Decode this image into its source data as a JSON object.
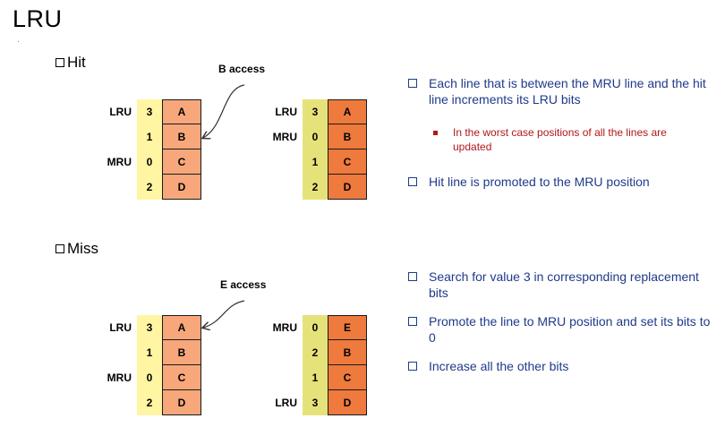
{
  "title": "LRU",
  "hit": {
    "heading": "Hit",
    "access_label": "B access",
    "before": {
      "rows": [
        {
          "label": "LRU",
          "count": "3",
          "value": "A"
        },
        {
          "label": "",
          "count": "1",
          "value": "B"
        },
        {
          "label": "MRU",
          "count": "0",
          "value": "C"
        },
        {
          "label": "",
          "count": "2",
          "value": "D"
        }
      ]
    },
    "after": {
      "rows": [
        {
          "label": "LRU",
          "count": "3",
          "value": "A"
        },
        {
          "label": "MRU",
          "count": "0",
          "value": "B"
        },
        {
          "label": "",
          "count": "1",
          "value": "C"
        },
        {
          "label": "",
          "count": "2",
          "value": "D"
        }
      ]
    },
    "bullets": [
      "Each line that is between the MRU line and the hit line increments its LRU bits",
      "Hit line is promoted to the MRU position"
    ],
    "sub_bullet": "In the worst case positions of all the lines are updated"
  },
  "miss": {
    "heading": "Miss",
    "access_label": "E access",
    "before": {
      "rows": [
        {
          "label": "LRU",
          "count": "3",
          "value": "A"
        },
        {
          "label": "",
          "count": "1",
          "value": "B"
        },
        {
          "label": "MRU",
          "count": "0",
          "value": "C"
        },
        {
          "label": "",
          "count": "2",
          "value": "D"
        }
      ]
    },
    "after": {
      "rows": [
        {
          "label": "MRU",
          "count": "0",
          "value": "E"
        },
        {
          "label": "",
          "count": "2",
          "value": "B"
        },
        {
          "label": "",
          "count": "1",
          "value": "C"
        },
        {
          "label": "LRU",
          "count": "3",
          "value": "D"
        }
      ]
    },
    "bullets": [
      "Search for value 3 in corresponding replacement bits",
      "Promote the line to MRU position and set its bits to 0",
      "Increase all the other bits"
    ]
  },
  "colors": {
    "bullet_text": "#1f3a8a",
    "sub_bullet_text": "#b0181a",
    "count_light": "#fff5a3",
    "count_dark": "#e6e27a",
    "value_light": "#f7a77a",
    "value_dark": "#ee7a3e"
  }
}
